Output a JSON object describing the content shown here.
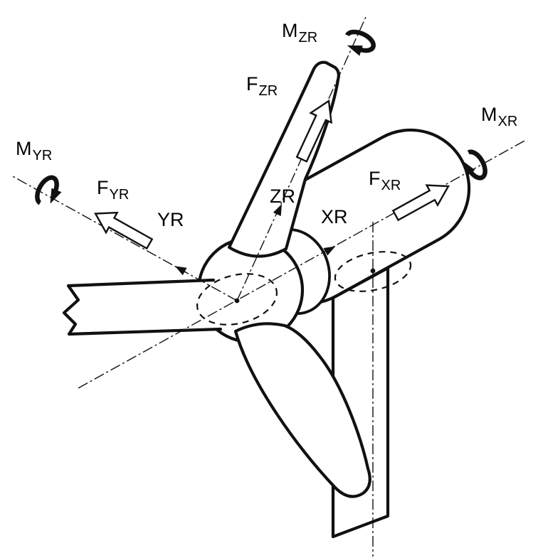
{
  "colors": {
    "line": "#111111",
    "background": "#ffffff"
  },
  "labels": {
    "m_zr": {
      "main": "M",
      "sub": "ZR"
    },
    "f_zr": {
      "main": "F",
      "sub": "ZR"
    },
    "m_xr": {
      "main": "M",
      "sub": "XR"
    },
    "f_xr": {
      "main": "F",
      "sub": "XR"
    },
    "m_yr": {
      "main": "M",
      "sub": "YR"
    },
    "f_yr": {
      "main": "F",
      "sub": "YR"
    },
    "axis_zr": "ZR",
    "axis_xr": "XR",
    "axis_yr": "YR"
  }
}
